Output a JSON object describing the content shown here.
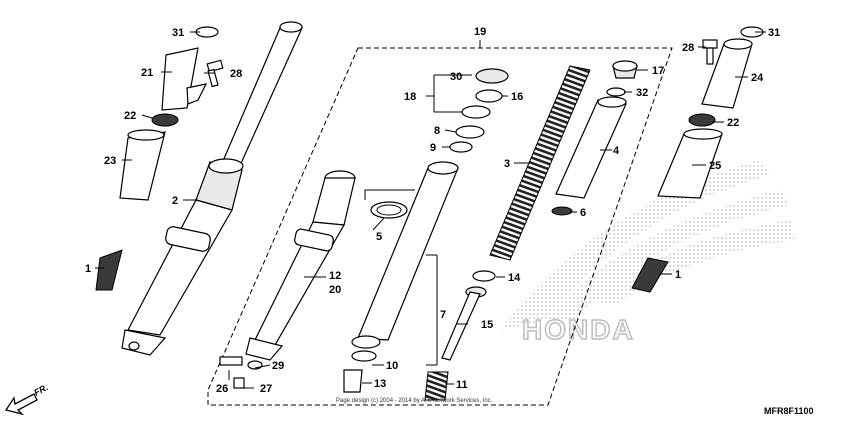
{
  "diagram": {
    "diagram_code": "MFR8F1100",
    "direction_label": "FR.",
    "watermark_text": "HONDA",
    "copyright_text": "Page design (c) 2004 - 2014 by ARI Network Services, Inc.",
    "callouts": {
      "c1_left": "1",
      "c1_right": "1",
      "c2": "2",
      "c3": "3",
      "c4": "4",
      "c5": "5",
      "c6": "6",
      "c7": "7",
      "c8": "8",
      "c9": "9",
      "c10": "10",
      "c11": "11",
      "c12": "12",
      "c13": "13",
      "c14": "14",
      "c15": "15",
      "c16": "16",
      "c17": "17",
      "c18": "18",
      "c19": "19",
      "c20": "20",
      "c21": "21",
      "c22_left": "22",
      "c22_right": "22",
      "c23": "23",
      "c24": "24",
      "c25": "25",
      "c26": "26",
      "c27": "27",
      "c28_left": "28",
      "c28_right": "28",
      "c29": "29",
      "c30": "30",
      "c31_left": "31",
      "c31_right": "31",
      "c32": "32"
    }
  }
}
